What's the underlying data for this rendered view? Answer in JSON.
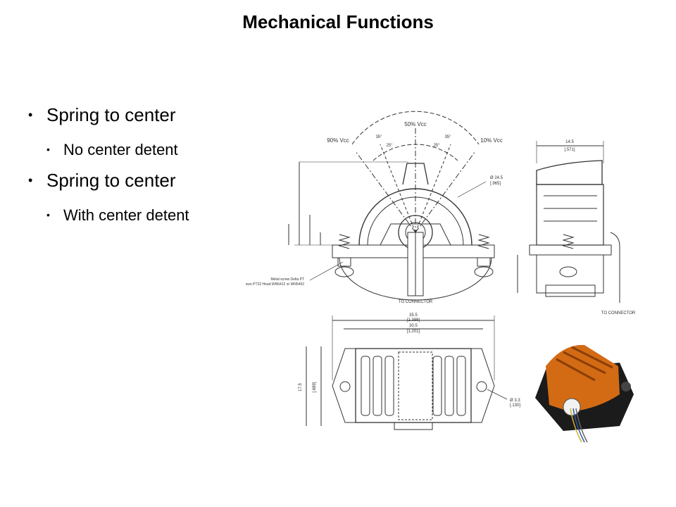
{
  "slide": {
    "title": "Mechanical Functions"
  },
  "bullets": [
    {
      "text": "Spring to center",
      "level": 1
    },
    {
      "text": "No center detent",
      "level": 2
    },
    {
      "text": "Spring to center",
      "level": 1
    },
    {
      "text": "With center detent",
      "level": 2
    }
  ],
  "drawing": {
    "vcc_50": "50% Vcc",
    "vcc_90": "90% Vcc",
    "vcc_10": "10% Vcc",
    "angle_left_outer": "35°",
    "angle_left_inner": "25°",
    "angle_right_inner": "25°",
    "angle_right_outer": "35°",
    "to_connector_front": "TO CONNECTOR",
    "to_connector_side": "TO CONNECTOR",
    "screw_note_line1": "Metal screw Delta PT",
    "screw_note_line2": "size PT22 Head WN5412 or WN5452",
    "dim_side_width": "14.5",
    "dim_side_width_in": "[.571]",
    "dim_hole": "Ø 24.5",
    "dim_hole_in": "[.965]",
    "dim_bottom_width": "35.5",
    "dim_bottom_width_in": "[1.398]",
    "dim_bottom_inner": "30.5",
    "dim_bottom_inner_in": "[1.201]",
    "dim_bottom_height": "17.5",
    "dim_bottom_height_in": "[.689]",
    "dim_bottom_hole": "Ø 3.3",
    "dim_bottom_hole_in": "[.130]"
  }
}
